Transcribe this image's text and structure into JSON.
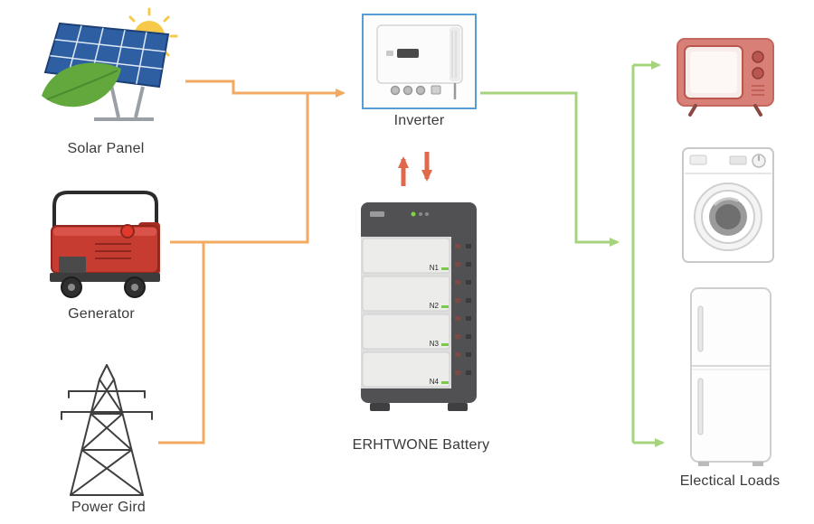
{
  "diagram": {
    "nodes": {
      "solar": {
        "label": "Solar Panel"
      },
      "generator": {
        "label": "Generator"
      },
      "grid": {
        "label": "Power Gird"
      },
      "inverter": {
        "label": "Inverter"
      },
      "battery": {
        "label": "ERHTWONE Battery",
        "modules": [
          "N1",
          "N2",
          "N3",
          "N4"
        ]
      },
      "loads": {
        "label": "Electical Loads",
        "items": [
          "tv",
          "washing-machine",
          "refrigerator"
        ]
      }
    },
    "connections": [
      {
        "from": "solar",
        "to": "inverter",
        "color": "#f3aa60",
        "bidirectional": false
      },
      {
        "from": "generator",
        "to": "inverter",
        "color": "#f3aa60",
        "bidirectional": false
      },
      {
        "from": "grid",
        "to": "inverter",
        "color": "#f3aa60",
        "bidirectional": false
      },
      {
        "from": "inverter",
        "to": "battery",
        "color": "#e0694c",
        "bidirectional": true
      },
      {
        "from": "inverter",
        "to": "loads",
        "color": "#a6d47e",
        "bidirectional": false
      }
    ],
    "colors": {
      "source_arrow": "#f3aa60",
      "load_arrow": "#a6d47e",
      "charge_arrow": "#e0694c",
      "inverter_border": "#5b9bd5",
      "label_text": "#3a3a3a"
    }
  }
}
